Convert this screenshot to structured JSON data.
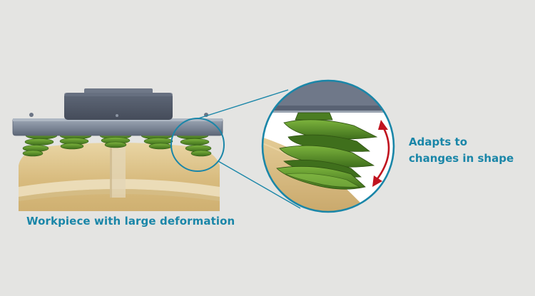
{
  "labels": {
    "workpiece_caption": "Workpiece with large deformation",
    "adapts_line1": "Adapts to",
    "adapts_line2": "changes in shape"
  },
  "colors": {
    "background": "#e4e4e2",
    "caption_text": "#1a86a8",
    "magnifier_ring": "#1a86a8",
    "gripper_body": "#4e5666",
    "gripper_plate": "#7b8595",
    "suction_cup_green": "#5e9a2c",
    "workpiece_tan": "#d9bd82",
    "arrow_red": "#c0141f"
  },
  "icons": {
    "motion_arrow": "double-headed-curved-arrow-icon"
  }
}
